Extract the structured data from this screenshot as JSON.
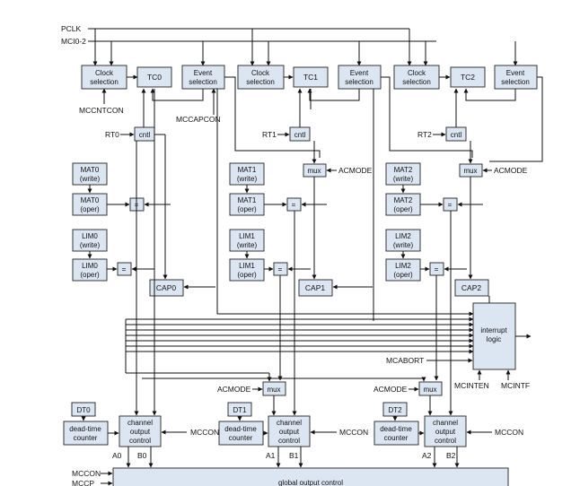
{
  "inputs": {
    "pclk": "PCLK",
    "mci": "MCI0-2",
    "mccntcon": "MCCNTCON",
    "mccapcon": "MCCAPCON",
    "mcabort": "MCABORT",
    "mccon": "MCCON",
    "mccp": "MCCP"
  },
  "channels": [
    {
      "clock_l1": "Clock",
      "clock_l2": "selection",
      "tc": "TC0",
      "event_l1": "Event",
      "event_l2": "selection",
      "rt": "RT0",
      "cntl": "cntl",
      "mat_write_l1": "MAT0",
      "mat_write_l2": "(write)",
      "mat_oper_l1": "MAT0",
      "mat_oper_l2": "(oper)",
      "lim_write_l1": "LIM0",
      "lim_write_l2": "(write)",
      "lim_oper_l1": "LIM0",
      "lim_oper_l2": "(oper)",
      "eq": "=",
      "cap": "CAP0",
      "dt": "DT0",
      "dtc_l1": "dead-time",
      "dtc_l2": "counter",
      "coc_l1": "channel",
      "coc_l2": "output",
      "coc_l3": "control",
      "a": "A0",
      "b": "B0",
      "mccon": "MCCON"
    },
    {
      "clock_l1": "Clock",
      "clock_l2": "selection",
      "tc": "TC1",
      "event_l1": "Event",
      "event_l2": "selection",
      "rt": "RT1",
      "cntl": "cntl",
      "mat_write_l1": "MAT1",
      "mat_write_l2": "(write)",
      "mat_oper_l1": "MAT1",
      "mat_oper_l2": "(oper)",
      "lim_write_l1": "LIM1",
      "lim_write_l2": "(write)",
      "lim_oper_l1": "LIM1",
      "lim_oper_l2": "(oper)",
      "eq": "=",
      "cap": "CAP1",
      "mux": "mux",
      "acmode": "ACMODE",
      "out_acmode": "ACMODE",
      "out_mux": "mux",
      "dt": "DT1",
      "dtc_l1": "dead-time",
      "dtc_l2": "counter",
      "coc_l1": "channel",
      "coc_l2": "output",
      "coc_l3": "control",
      "a": "A1",
      "b": "B1",
      "mccon": "MCCON"
    },
    {
      "clock_l1": "Clock",
      "clock_l2": "selection",
      "tc": "TC2",
      "event_l1": "Event",
      "event_l2": "selection",
      "rt": "RT2",
      "cntl": "cntl",
      "mat_write_l1": "MAT2",
      "mat_write_l2": "(write)",
      "mat_oper_l1": "MAT2",
      "mat_oper_l2": "(oper)",
      "lim_write_l1": "LIM2",
      "lim_write_l2": "(write)",
      "lim_oper_l1": "LIM2",
      "lim_oper_l2": "(oper)",
      "eq": "=",
      "cap": "CAP2",
      "mux": "mux",
      "acmode": "ACMODE",
      "out_acmode": "ACMODE",
      "out_mux": "mux",
      "dt": "DT2",
      "dtc_l1": "dead-time",
      "dtc_l2": "counter",
      "coc_l1": "channel",
      "coc_l2": "output",
      "coc_l3": "control",
      "a": "A2",
      "b": "B2",
      "mccon": "MCCON"
    }
  ],
  "interrupt": {
    "l1": "interrupt",
    "l2": "logic",
    "inten": "MCINTEN",
    "intf": "MCINTF"
  },
  "global": {
    "label": "global output control"
  },
  "colors": {
    "box_fill": "#dce6f2",
    "line": "#111111"
  }
}
